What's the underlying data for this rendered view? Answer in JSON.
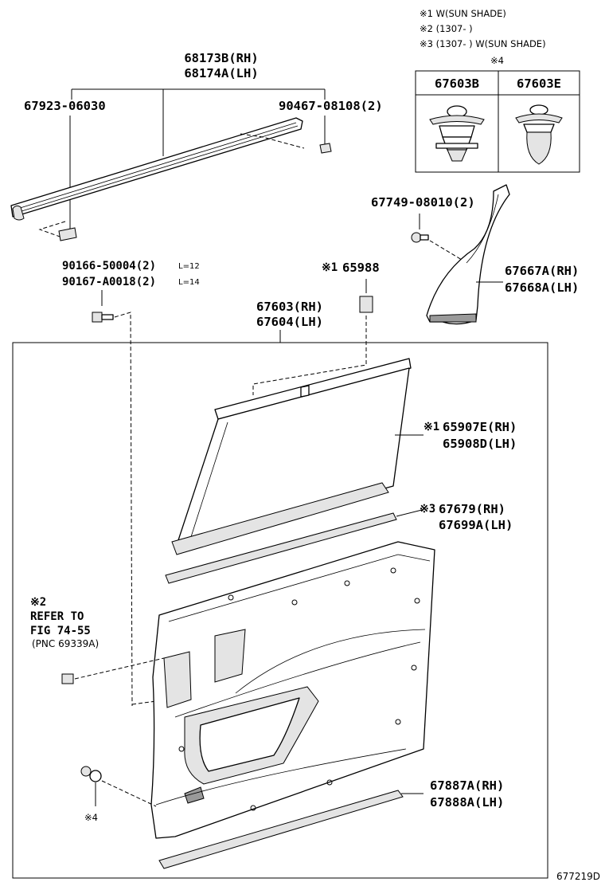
{
  "notes": {
    "n1": "※1 W(SUN SHADE)",
    "n2": "※2 (1307-        )",
    "n3": "※3 (1307-        ) W(SUN SHADE)",
    "n4": "※4"
  },
  "clip_table": {
    "col1": "67603B",
    "col2": "67603E"
  },
  "labels": {
    "molding_rh": "68173B(RH)",
    "molding_lh": "68174A(LH)",
    "clip_left": "67923-06030",
    "clip_right": "90467-08108(2)",
    "screw_top": "67749-08010(2)",
    "garnish_rh": "67667A(RH)",
    "garnish_lh": "67668A(LH)",
    "bolt1": "90166-50004(2)",
    "bolt1_len": "L=12",
    "bolt2": "90167-A0018(2)",
    "bolt2_len": "L=14",
    "shade_clip_mark": "※1",
    "shade_clip": "65988",
    "trim_rh": "67603(RH)",
    "trim_lh": "67604(LH)",
    "sunshade_mark": "※1",
    "sunshade_rh": "65907E(RH)",
    "sunshade_lh": "65908D(LH)",
    "weather_mark": "※3",
    "weather_rh": "67679(RH)",
    "weather_lh": "67699A(LH)",
    "refer_mark": "※2",
    "refer_line1": "REFER TO",
    "refer_line2": "FIG 74-55",
    "refer_line3": "(PNC 69339A)",
    "lower_rh": "67887A(RH)",
    "lower_lh": "67888A(LH)",
    "clip_mark": "※4",
    "diagram_code": "677219D"
  }
}
